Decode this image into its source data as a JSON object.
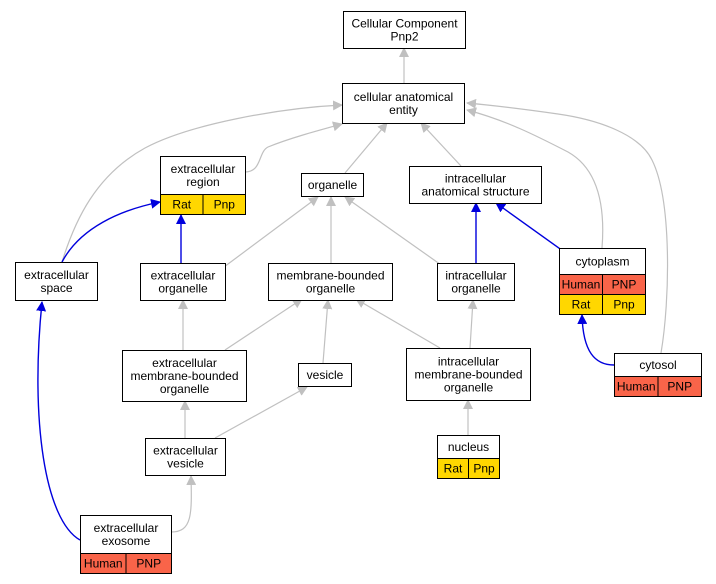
{
  "colors": {
    "human_badge": "#f96449",
    "rat_badge": "#ffd700",
    "is_a_edge": "#c0c0c0",
    "species_edge": "#0000dd",
    "node_border": "#000000"
  },
  "nodes": [
    {
      "id": "cc-pnp2",
      "lines": [
        "Cellular Component",
        "Pnp2"
      ],
      "badges": []
    },
    {
      "id": "cellular-anatomical-entity",
      "lines": [
        "cellular anatomical",
        "entity"
      ],
      "badges": []
    },
    {
      "id": "extracellular-region",
      "lines": [
        "extracellular",
        "region"
      ],
      "badges": [
        [
          {
            "text": "Rat",
            "kind": "rat"
          },
          {
            "text": "Pnp",
            "kind": "rat"
          }
        ]
      ]
    },
    {
      "id": "organelle",
      "lines": [
        "organelle"
      ],
      "badges": []
    },
    {
      "id": "intracellular-anatomical-structure",
      "lines": [
        "intracellular",
        "anatomical structure"
      ],
      "badges": []
    },
    {
      "id": "extracellular-space",
      "lines": [
        "extracellular",
        "space"
      ],
      "badges": []
    },
    {
      "id": "extracellular-organelle",
      "lines": [
        "extracellular",
        "organelle"
      ],
      "badges": []
    },
    {
      "id": "membrane-bounded-organelle",
      "lines": [
        "membrane-bounded",
        "organelle"
      ],
      "badges": []
    },
    {
      "id": "intracellular-organelle",
      "lines": [
        "intracellular",
        "organelle"
      ],
      "badges": []
    },
    {
      "id": "cytoplasm",
      "lines": [
        "cytoplasm"
      ],
      "badges": [
        [
          {
            "text": "Human",
            "kind": "human"
          },
          {
            "text": "PNP",
            "kind": "human"
          }
        ],
        [
          {
            "text": "Rat",
            "kind": "rat"
          },
          {
            "text": "Pnp",
            "kind": "rat"
          }
        ]
      ]
    },
    {
      "id": "extracellular-membrane-bounded-organelle",
      "lines": [
        "extracellular",
        "membrane-bounded",
        "organelle"
      ],
      "badges": []
    },
    {
      "id": "vesicle",
      "lines": [
        "vesicle"
      ],
      "badges": []
    },
    {
      "id": "intracellular-membrane-bounded-organelle",
      "lines": [
        "intracellular",
        "membrane-bounded",
        "organelle"
      ],
      "badges": []
    },
    {
      "id": "cytosol",
      "lines": [
        "cytosol"
      ],
      "badges": [
        [
          {
            "text": "Human",
            "kind": "human"
          },
          {
            "text": "PNP",
            "kind": "human"
          }
        ]
      ]
    },
    {
      "id": "extracellular-vesicle",
      "lines": [
        "extracellular",
        "vesicle"
      ],
      "badges": []
    },
    {
      "id": "nucleus",
      "lines": [
        "nucleus"
      ],
      "badges": [
        [
          {
            "text": "Rat",
            "kind": "rat"
          },
          {
            "text": "Pnp",
            "kind": "rat"
          }
        ]
      ]
    },
    {
      "id": "extracellular-exosome",
      "lines": [
        "extracellular",
        "exosome"
      ],
      "badges": [
        [
          {
            "text": "Human",
            "kind": "human"
          },
          {
            "text": "PNP",
            "kind": "human"
          }
        ]
      ]
    }
  ],
  "edges": [
    {
      "from": "cellular-anatomical-entity",
      "to": "cc-pnp2",
      "kind": "is_a"
    },
    {
      "from": "extracellular-region",
      "to": "cellular-anatomical-entity",
      "kind": "is_a"
    },
    {
      "from": "organelle",
      "to": "cellular-anatomical-entity",
      "kind": "is_a"
    },
    {
      "from": "intracellular-anatomical-structure",
      "to": "cellular-anatomical-entity",
      "kind": "is_a"
    },
    {
      "from": "extracellular-space",
      "to": "cellular-anatomical-entity",
      "kind": "is_a"
    },
    {
      "from": "cytoplasm",
      "to": "cellular-anatomical-entity",
      "kind": "is_a"
    },
    {
      "from": "cytosol",
      "to": "cellular-anatomical-entity",
      "kind": "is_a"
    },
    {
      "from": "extracellular-space",
      "to": "extracellular-region",
      "kind": "species"
    },
    {
      "from": "extracellular-organelle",
      "to": "extracellular-region",
      "kind": "species"
    },
    {
      "from": "extracellular-organelle",
      "to": "organelle",
      "kind": "is_a"
    },
    {
      "from": "membrane-bounded-organelle",
      "to": "organelle",
      "kind": "is_a"
    },
    {
      "from": "intracellular-organelle",
      "to": "organelle",
      "kind": "is_a"
    },
    {
      "from": "intracellular-organelle",
      "to": "intracellular-anatomical-structure",
      "kind": "species"
    },
    {
      "from": "cytoplasm",
      "to": "intracellular-anatomical-structure",
      "kind": "species"
    },
    {
      "from": "extracellular-membrane-bounded-organelle",
      "to": "extracellular-organelle",
      "kind": "is_a"
    },
    {
      "from": "extracellular-membrane-bounded-organelle",
      "to": "membrane-bounded-organelle",
      "kind": "is_a"
    },
    {
      "from": "vesicle",
      "to": "membrane-bounded-organelle",
      "kind": "is_a"
    },
    {
      "from": "intracellular-membrane-bounded-organelle",
      "to": "membrane-bounded-organelle",
      "kind": "is_a"
    },
    {
      "from": "intracellular-membrane-bounded-organelle",
      "to": "intracellular-organelle",
      "kind": "is_a"
    },
    {
      "from": "cytosol",
      "to": "cytoplasm",
      "kind": "species"
    },
    {
      "from": "extracellular-vesicle",
      "to": "extracellular-membrane-bounded-organelle",
      "kind": "is_a"
    },
    {
      "from": "extracellular-vesicle",
      "to": "vesicle",
      "kind": "is_a"
    },
    {
      "from": "nucleus",
      "to": "intracellular-membrane-bounded-organelle",
      "kind": "is_a"
    },
    {
      "from": "extracellular-exosome",
      "to": "extracellular-vesicle",
      "kind": "is_a"
    },
    {
      "from": "extracellular-exosome",
      "to": "extracellular-space",
      "kind": "species"
    }
  ]
}
